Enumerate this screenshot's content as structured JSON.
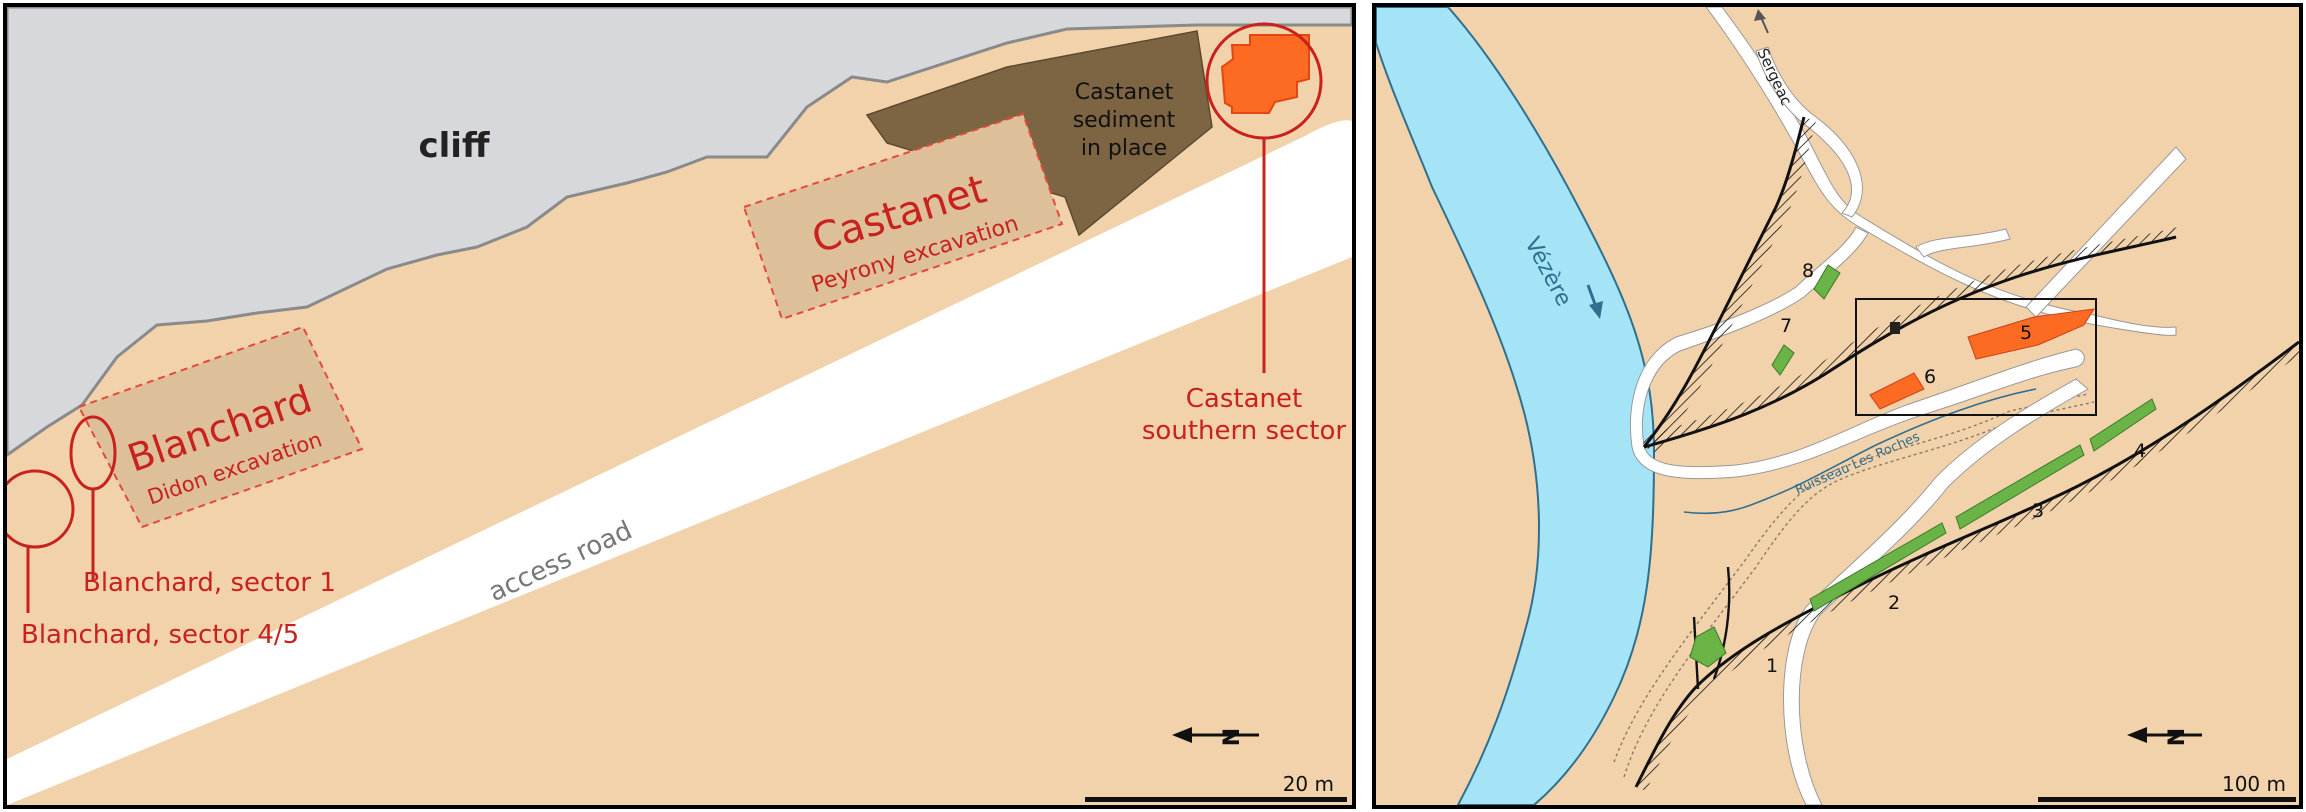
{
  "left_panel": {
    "labels": {
      "cliff": "cliff",
      "sediment_line1": "Castanet",
      "sediment_line2": "sediment",
      "sediment_line3": "in place",
      "castanet_title": "Castanet",
      "castanet_sub": "Peyrony excavation",
      "blanchard_title": "Blanchard",
      "blanchard_sub": "Didon excavation",
      "southern_line1": "Castanet",
      "southern_line2": "southern sector",
      "sector1": "Blanchard, sector 1",
      "sector45": "Blanchard, sector 4/5",
      "road": "access road",
      "north": "N"
    },
    "scale_label": "20 m"
  },
  "right_panel": {
    "labels": {
      "river": "Vézère",
      "stream": "Ruisseau Les Roches",
      "town": "Sergeac",
      "north": "N"
    },
    "sectors": [
      "1",
      "2",
      "3",
      "4",
      "5",
      "6",
      "7",
      "8"
    ],
    "scale_label": "100 m"
  },
  "colors": {
    "ground": "#f2d2ab",
    "cliff": "#d7d8db",
    "road": "#ffffff",
    "sediment": "#7d6544",
    "excavation": "#ddbf9a",
    "red": "#c8211e",
    "orange": "#fd6a21",
    "green": "#6ab347",
    "river": "#a5e3f6",
    "river_edge": "#2f6f8f"
  }
}
